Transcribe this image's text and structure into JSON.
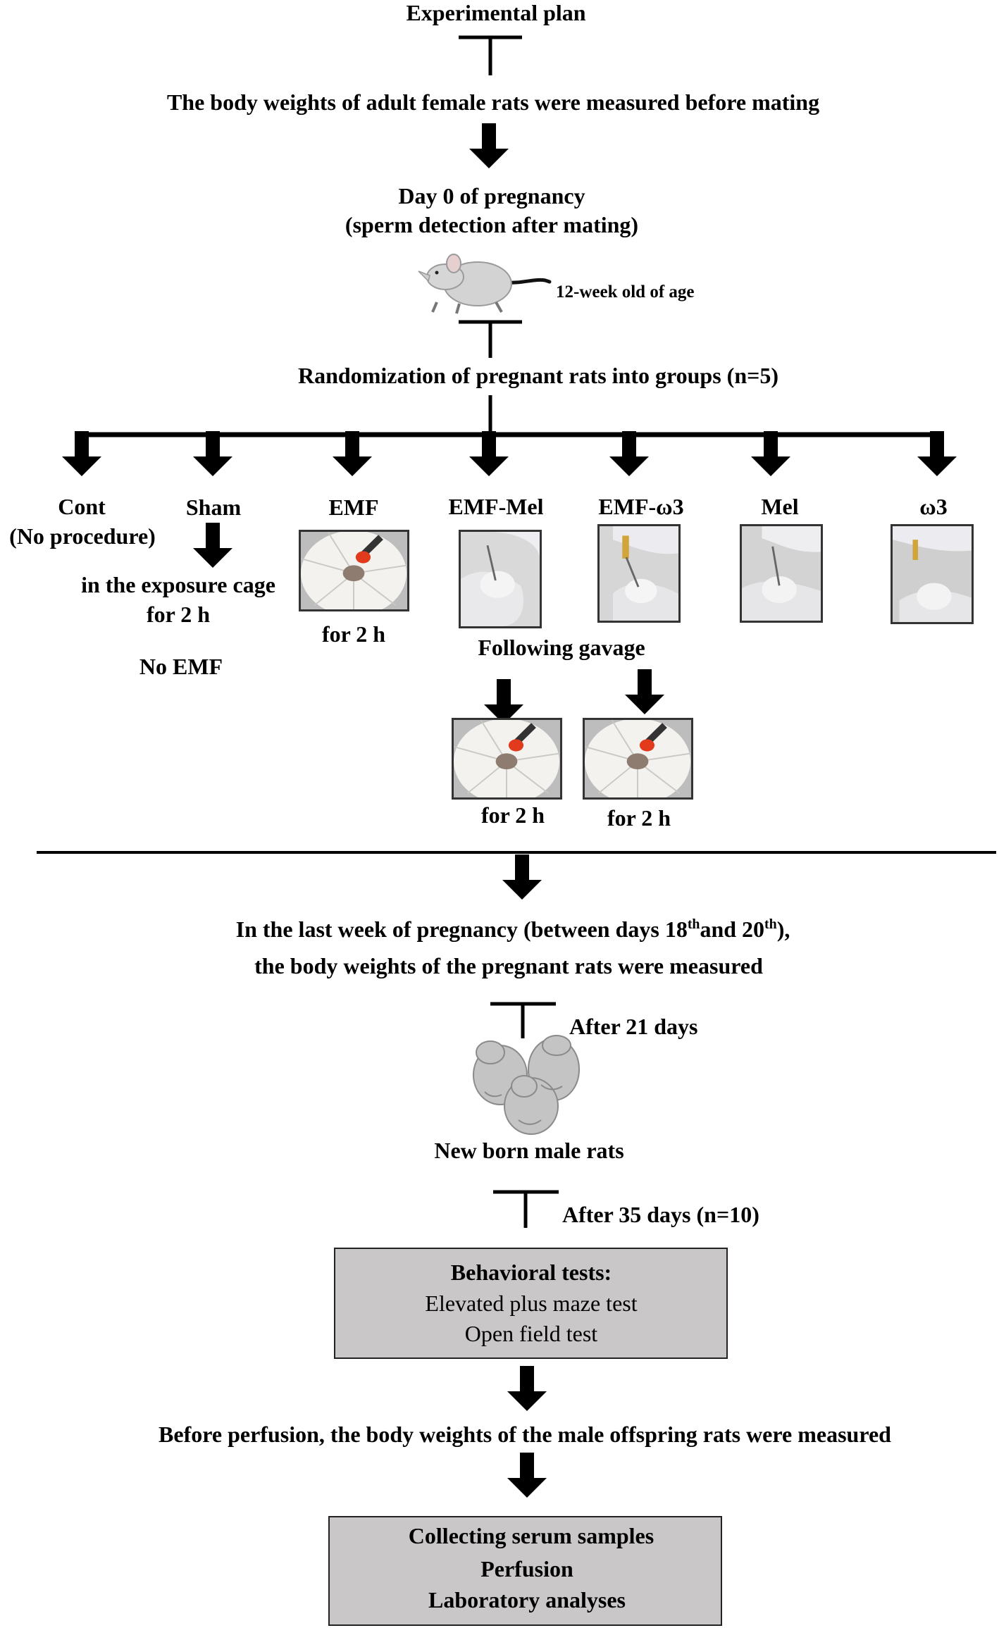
{
  "title": "Experimental plan",
  "step_premating": "The body weights of adult female rats were measured before mating",
  "day0_line1": "Day 0 of pregnancy",
  "day0_line2": "(sperm detection after mating)",
  "rat_age": "12-week  old of age",
  "randomization": "Randomization of pregnant rats into groups  (n=5)",
  "groups": {
    "cont": {
      "label": "Cont",
      "sub": "(No procedure)"
    },
    "sham": {
      "label": "Sham",
      "line1": "in the exposure cage",
      "line2": "for 2 h",
      "note": "No EMF"
    },
    "emf": {
      "label": "EMF",
      "duration": "for 2 h"
    },
    "emf_mel": {
      "label": "EMF-Mel",
      "duration": "for 2 h"
    },
    "emf_w3": {
      "label": "EMF-ω3",
      "duration": "for 2 h"
    },
    "mel": {
      "label": "Mel"
    },
    "w3": {
      "label": "ω3"
    },
    "gavage_note": "Following gavage"
  },
  "last_week": {
    "pre": "In the last week of pregnancy (between days 18",
    "sup1": "th",
    "mid": "and 20",
    "sup2": "th",
    "post": "),",
    "line2": "the body weights of the pregnant rats were measured"
  },
  "after_21": "After 21 days",
  "newborn": "New born male rats",
  "after_35": "After 35 days  (n=10)",
  "behavioral": {
    "heading": "Behavioral tests:",
    "items": [
      "Elevated plus maze test",
      "Open field test"
    ]
  },
  "before_perfusion": "Before perfusion, the body weights of the male offspring rats were measured",
  "final": {
    "items": [
      "Collecting serum samples",
      "Perfusion",
      "Laboratory analyses"
    ]
  },
  "colors": {
    "box_fill": "#c9c7c7",
    "line": "#000000",
    "glove": "#e9e9ec",
    "device": "#f2f2f0",
    "rat": "#c4c4c4"
  }
}
